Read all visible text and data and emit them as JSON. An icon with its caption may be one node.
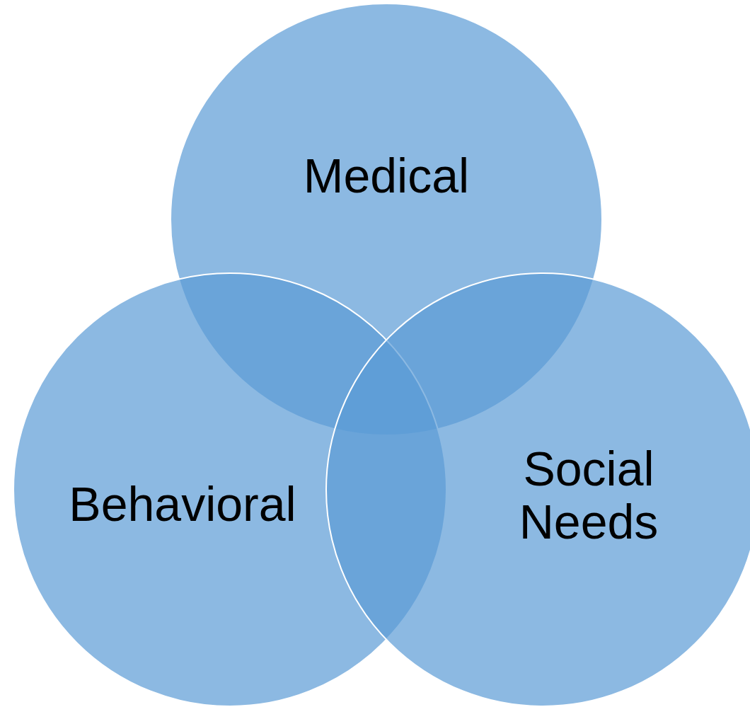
{
  "diagram": {
    "nodes": [
      {
        "text": [
          "Medical"
        ]
      },
      {
        "text": [
          "Behavioral"
        ]
      },
      {
        "text": [
          "Social Needs"
        ]
      }
    ]
  }
}
